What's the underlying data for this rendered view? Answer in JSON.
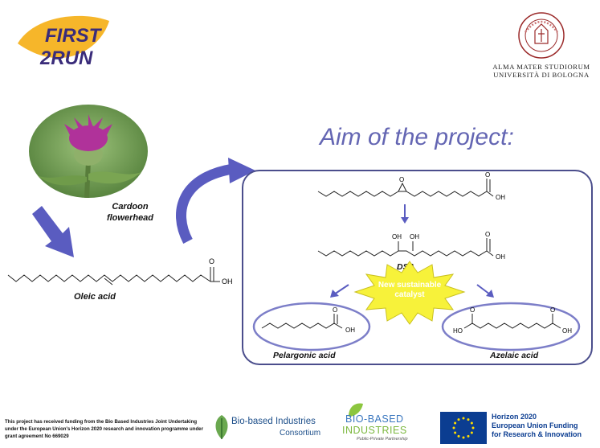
{
  "logos": {
    "first2run": {
      "line1": "FIRST",
      "line2": "2RUN"
    },
    "unibo": {
      "line1": "ALMA MATER STUDIORUM",
      "line2": "UNIVERSITÀ DI BOLOGNA"
    }
  },
  "title": "Aim of the project:",
  "cardoon": {
    "label_line1": "Cardoon",
    "label_line2": "flowerhead"
  },
  "molecules": {
    "oleic": {
      "name": "Oleic acid",
      "oh": "OH",
      "o": "O"
    },
    "epoxide": {
      "oh": "OH",
      "o": "O",
      "ring_o": "O"
    },
    "dsa": {
      "name": "DSA",
      "oh1": "OH",
      "oh2": "OH",
      "acid_oh": "OH",
      "o": "O"
    },
    "pelargonic": {
      "name": "Pelargonic acid",
      "oh": "OH",
      "o": "O"
    },
    "azelaic": {
      "name": "Azelaic acid",
      "ho": "HO",
      "oh": "OH",
      "o1": "O",
      "o2": "O"
    }
  },
  "catalyst": {
    "line1": "New sustainable",
    "line2": "catalyst"
  },
  "footer": {
    "funding_text": "This project has received funding from the Bio Based Industries Joint Undertaking under the European Union's Horizon 2020 research and innovation programme under grant agreement No 669029",
    "bbi_consortium": {
      "line1": "Bio-based Industries",
      "line2": "Consortium"
    },
    "bbi_logo": {
      "line1": "BIO-BASED",
      "line2": "INDUSTRIES",
      "tagline": "Public-Private Partnership"
    },
    "h2020": {
      "line1": "Horizon 2020",
      "line2": "European Union Funding",
      "line3": "for Research & Innovation"
    }
  },
  "colors": {
    "title": "#6466b3",
    "box_border": "#4b4e8c",
    "arrow": "#5a5cc0",
    "ellipse": "#7c7ec8",
    "catalyst": "#f7f23a",
    "eu_blue": "#0b3d91",
    "eu_star": "#ffdd00"
  }
}
